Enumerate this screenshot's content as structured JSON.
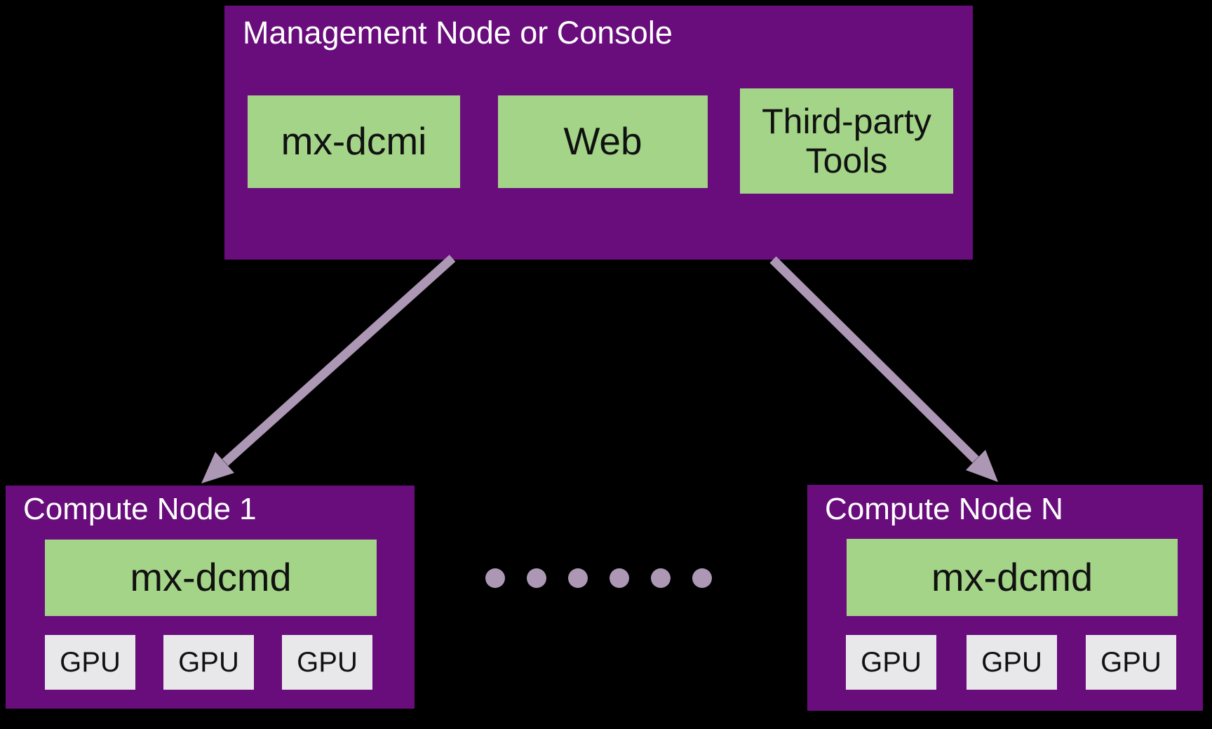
{
  "colors": {
    "background": "#000000",
    "node_purple": "#690D7C",
    "box_green": "#A3D488",
    "gpu_gray": "#E8E8EB",
    "arrow_lavender": "#AC97B5",
    "title_text": "#FFFFFF",
    "box_text": "#111111"
  },
  "management_node": {
    "title": "Management Node or Console",
    "boxes": [
      {
        "label": "mx-dcmi"
      },
      {
        "label": "Web"
      },
      {
        "label": "Third-party Tools"
      }
    ]
  },
  "compute_node_1": {
    "title": "Compute Node 1",
    "daemon": "mx-dcmd",
    "gpus": [
      "GPU",
      "GPU",
      "GPU"
    ]
  },
  "compute_node_n": {
    "title": "Compute Node N",
    "daemon": "mx-dcmd",
    "gpus": [
      "GPU",
      "GPU",
      "GPU"
    ]
  },
  "ellipsis_dots": 6
}
